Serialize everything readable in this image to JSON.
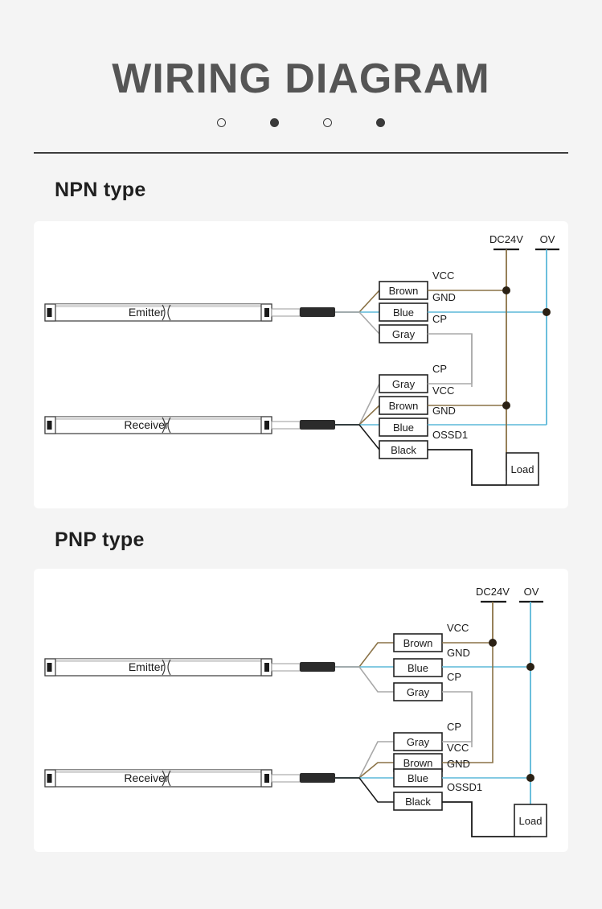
{
  "header": {
    "title": "WIRING DIAGRAM",
    "dots": [
      "hollow",
      "solid",
      "hollow",
      "solid"
    ]
  },
  "colors": {
    "background": "#f4f4f4",
    "card": "#ffffff",
    "title_text": "#555555",
    "section_text": "#1f1f1f",
    "rule": "#3c3c3c",
    "wire_brown": "#8a7246",
    "wire_blue": "#5bb8d9",
    "wire_gray": "#a8a8a8",
    "wire_black": "#1a1a1a",
    "box_stroke": "#222222",
    "junction_dot": "#2b2114"
  },
  "sections": [
    {
      "id": "npn",
      "title": "NPN type",
      "rails": [
        {
          "name": "DC24V",
          "color": "#8a7246"
        },
        {
          "name": "OV",
          "color": "#5bb8d9"
        }
      ],
      "devices": [
        {
          "name": "Emitter"
        },
        {
          "name": "Receiver"
        }
      ],
      "emitter_wires": [
        {
          "box": "Brown",
          "signal": "VCC",
          "color": "#8a7246"
        },
        {
          "box": "Blue",
          "signal": "GND",
          "color": "#5bb8d9"
        },
        {
          "box": "Gray",
          "signal": "CP",
          "color": "#a8a8a8"
        }
      ],
      "receiver_wires": [
        {
          "box": "Gray",
          "signal": "CP",
          "color": "#a8a8a8"
        },
        {
          "box": "Brown",
          "signal": "VCC",
          "color": "#8a7246"
        },
        {
          "box": "Blue",
          "signal": "GND",
          "color": "#5bb8d9"
        },
        {
          "box": "Black",
          "signal": "OSSD1",
          "color": "#1a1a1a"
        }
      ],
      "load": {
        "label": "Load",
        "connects_to": "DC24V"
      }
    },
    {
      "id": "pnp",
      "title": "PNP type",
      "rails": [
        {
          "name": "DC24V",
          "color": "#8a7246"
        },
        {
          "name": "OV",
          "color": "#5bb8d9"
        }
      ],
      "devices": [
        {
          "name": "Emitter"
        },
        {
          "name": "Receiver"
        }
      ],
      "emitter_wires": [
        {
          "box": "Brown",
          "signal": "VCC",
          "color": "#8a7246"
        },
        {
          "box": "Blue",
          "signal": "GND",
          "color": "#5bb8d9"
        },
        {
          "box": "Gray",
          "signal": "CP",
          "color": "#a8a8a8"
        }
      ],
      "receiver_wires": [
        {
          "box": "Gray",
          "signal": "CP",
          "color": "#a8a8a8"
        },
        {
          "box": "Brown",
          "signal": "VCC",
          "color": "#8a7246"
        },
        {
          "box": "Blue",
          "signal": "GND",
          "color": "#5bb8d9"
        },
        {
          "box": "Black",
          "signal": "OSSD1",
          "color": "#1a1a1a"
        }
      ],
      "load": {
        "label": "Load",
        "connects_to": "OV"
      }
    }
  ]
}
